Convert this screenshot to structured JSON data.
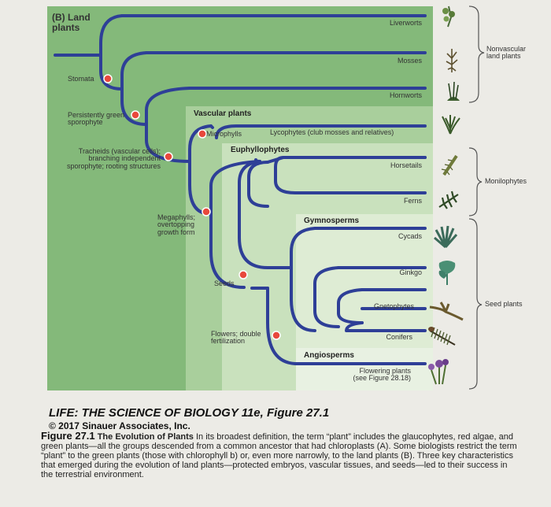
{
  "panel_label": "(B) Land\nplants",
  "taxa": {
    "liverworts": "Liverworts",
    "mosses": "Mosses",
    "hornworts": "Hornworts",
    "lycophytes": "Lycophytes (club mosses and relatives)",
    "horsetails": "Horsetails",
    "ferns": "Ferns",
    "cycads": "Cycads",
    "ginkgo": "Ginkgo",
    "gnetophytes": "Gnetophytes",
    "conifers": "Conifers",
    "flowering_plants": "Flowering plants\n(see Figure 28.18)"
  },
  "groups": {
    "vascular": "Vascular plants",
    "euphyllophytes": "Euphyllophytes",
    "gymnosperms": "Gymnosperms",
    "angiosperms": "Angiosperms"
  },
  "traits": {
    "stomata": "Stomata",
    "sporophyte": "Persistently green\nsporophyte",
    "tracheids": "Tracheids (vascular cells);\nbranching independent\nsporophyte; rooting structures",
    "microphylls": "Microphylls",
    "megaphylls": "Megaphylls;\novertopping\ngrowth form",
    "seeds": "Seeds",
    "flowers": "Flowers; double\nfertilization"
  },
  "brackets": {
    "nonvascular": "Nonvascular\nland plants",
    "monilophytes": "Monilophytes",
    "seed_plants": "Seed plants"
  },
  "colors": {
    "branch": "#2e3f97",
    "trait_dot": "#e8483c",
    "panel_dark": "#84b97a",
    "panel_mid": "#a9cf9c",
    "panel_light": "#c9e1bd",
    "panel_lightest": "#deecd4"
  },
  "credit": {
    "title": "LIFE: THE SCIENCE OF BIOLOGY 11e, Figure 27.1",
    "copyright": "© 2017 Sinauer Associates, Inc."
  },
  "caption": {
    "figure": "Figure 27.1",
    "title": "The Evolution of Plants",
    "text": "In its broadest definition, the term “plant” includes the glaucophytes, red algae, and green plants—all the groups descended from a common ancestor that had chloroplasts (A). Some biologists restrict the term “plant” to the green plants (those with chlorophyll b) or, even more narrowly, to the land plants (B). Three key characteristics that emerged during the evolution of land plants—protected embryos, vascular tissues, and seeds—led to their success in the terrestrial environment."
  },
  "icons": [
    "liverwort-plant-icon",
    "moss-plant-icon",
    "hornwort-plant-icon",
    "lycophyte-plant-icon",
    "horsetail-plant-icon",
    "fern-plant-icon",
    "cycad-plant-icon",
    "ginkgo-leaf-icon",
    "gnetophyte-plant-icon",
    "conifer-branch-icon",
    "flower-plant-icon"
  ]
}
